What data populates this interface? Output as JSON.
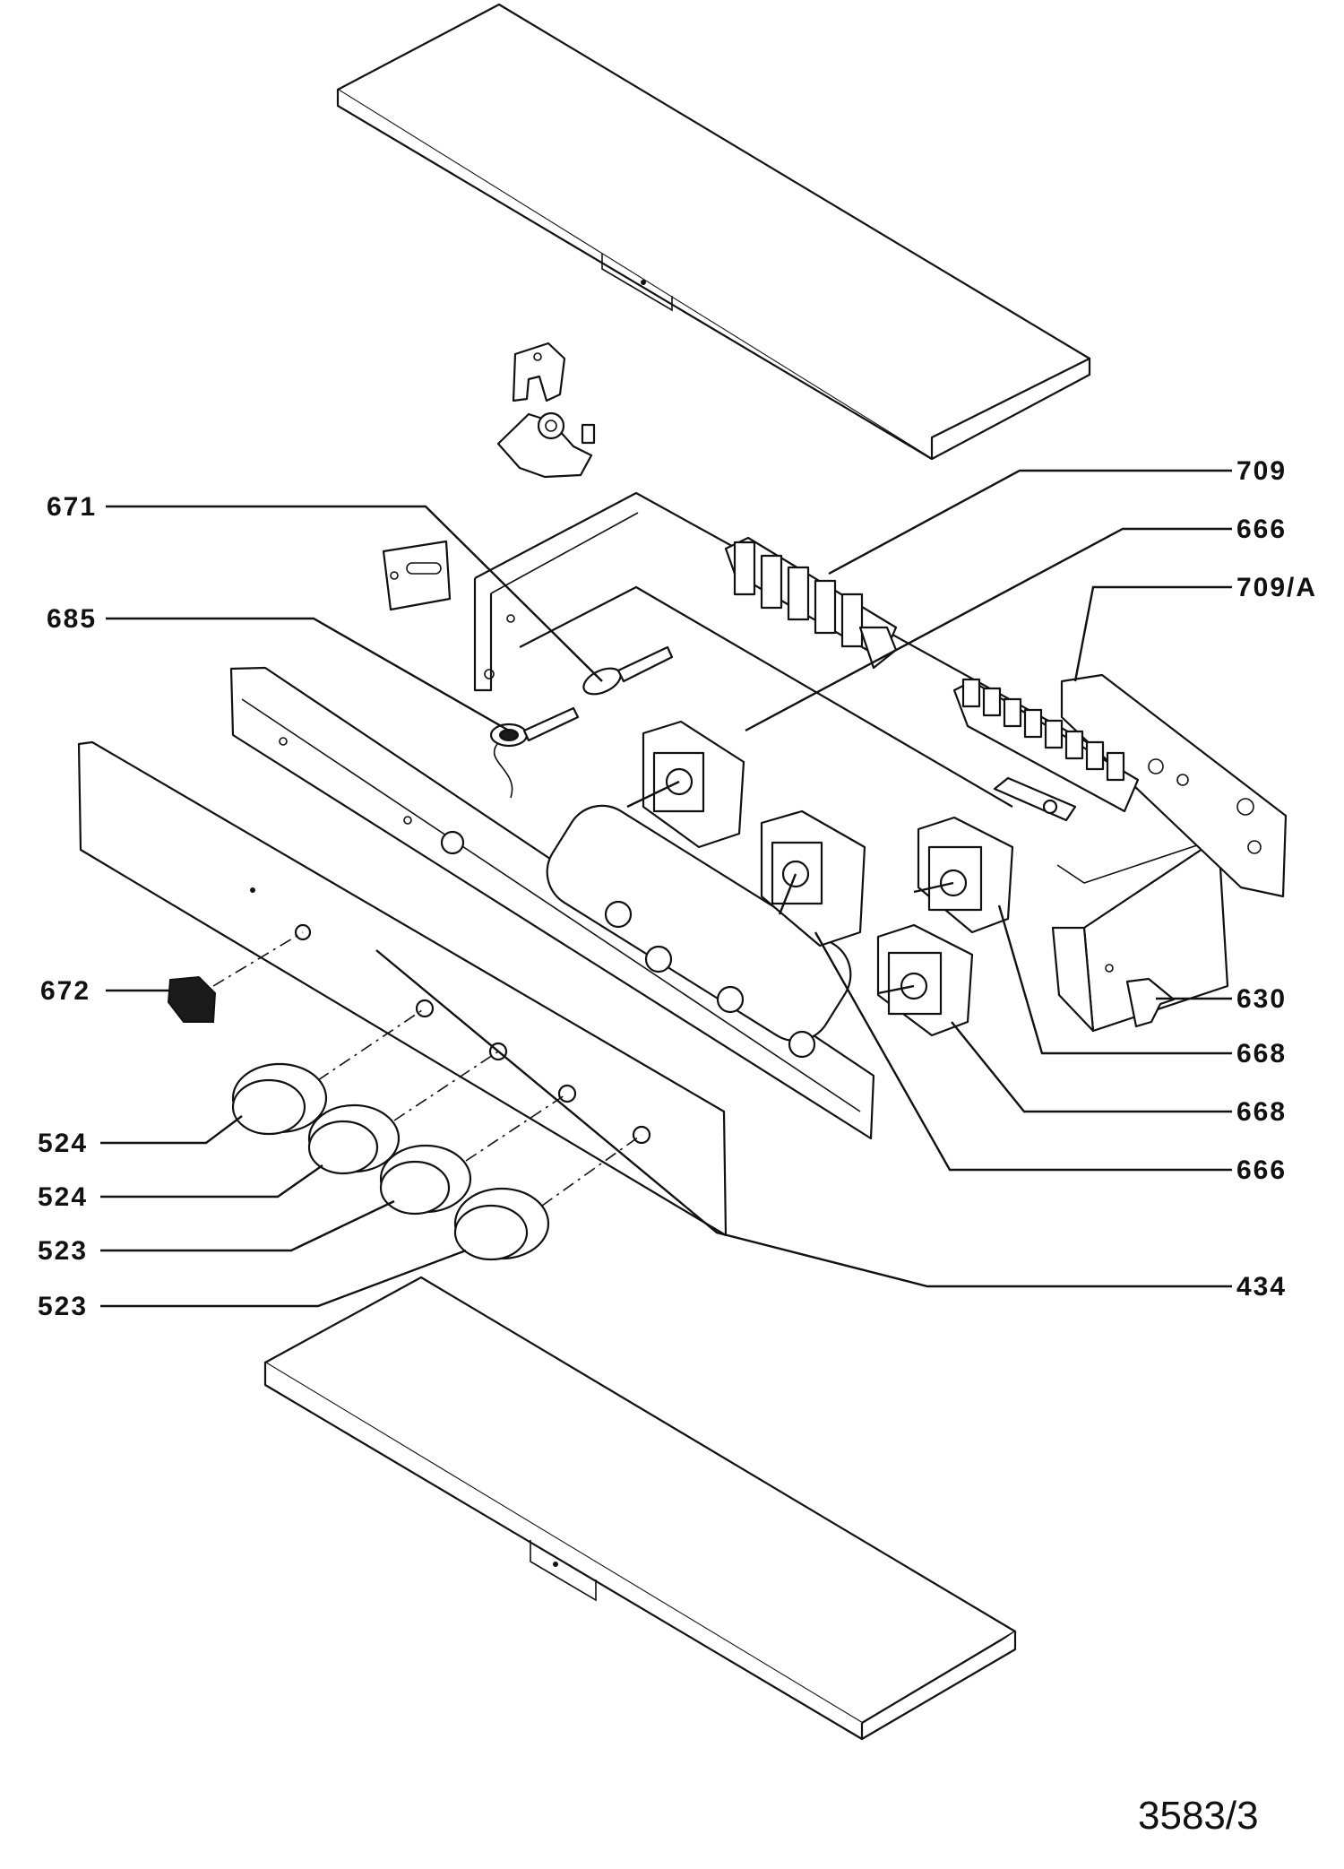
{
  "diagram": {
    "document_number": "3583/3",
    "callouts": [
      {
        "id": "callout-709",
        "text": "709"
      },
      {
        "id": "callout-666-top",
        "text": "666"
      },
      {
        "id": "callout-709a",
        "text": "709/A"
      },
      {
        "id": "callout-671",
        "text": "671"
      },
      {
        "id": "callout-685",
        "text": "685"
      },
      {
        "id": "callout-672",
        "text": "672"
      },
      {
        "id": "callout-630",
        "text": "630"
      },
      {
        "id": "callout-668-a",
        "text": "668"
      },
      {
        "id": "callout-668-b",
        "text": "668"
      },
      {
        "id": "callout-666-bottom",
        "text": "666"
      },
      {
        "id": "callout-524-a",
        "text": "524"
      },
      {
        "id": "callout-524-b",
        "text": "524"
      },
      {
        "id": "callout-523-a",
        "text": "523"
      },
      {
        "id": "callout-523-b",
        "text": "523"
      },
      {
        "id": "callout-434",
        "text": "434"
      }
    ]
  }
}
